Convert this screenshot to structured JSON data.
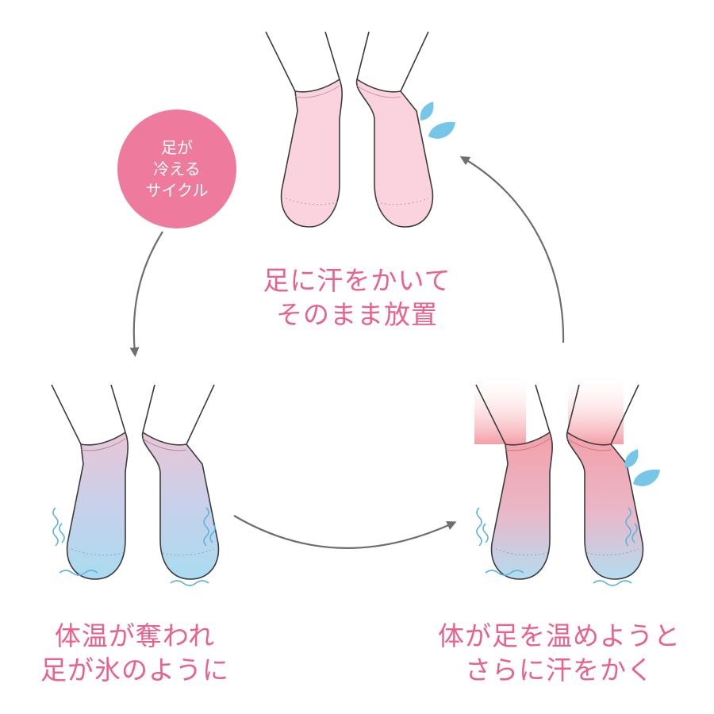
{
  "badge": {
    "lines": [
      "足が",
      "冷える",
      "サイクル"
    ]
  },
  "captions": {
    "top": [
      "足に汗をかいて",
      "そのまま放置"
    ],
    "bottom_left": [
      "体温が奪われ",
      "足が氷のように"
    ],
    "bottom_right": [
      "体が足を温めようと",
      "さらに汗をかく"
    ]
  },
  "colors": {
    "accent_text": "#e9628c",
    "badge_fill": "#ee7b9d",
    "sock_pink": "#fbd3df",
    "sock_cold": "#a9dcf0",
    "sock_warm": "#f4a0a8",
    "sweat_drop": "#76c6e8",
    "arrow": "#6e6e6e"
  },
  "icons": [
    "sweat-drop-icon",
    "cycle-arrow-icon",
    "shiver-line-icon"
  ]
}
